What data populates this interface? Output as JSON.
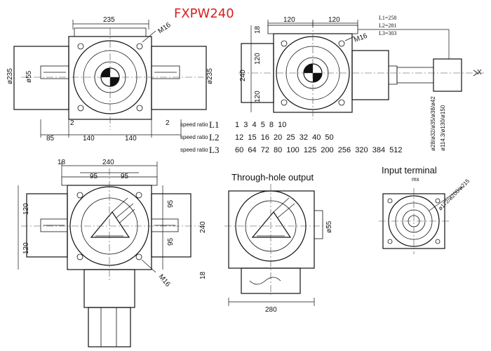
{
  "title": "FXPW240",
  "captions": {
    "through_hole": "Through-hole output",
    "input_terminal": "Input terminal",
    "input_sub": "mx"
  },
  "lengths": {
    "l1": "L1=258",
    "l2": "L2=281",
    "l3": "L3=303"
  },
  "speed_ratio_label": "speed ratio",
  "ratios": [
    {
      "key": "L1",
      "values": "1  3  4  5  8  10"
    },
    {
      "key": "L2",
      "values": "12  15  16  20  25  32  40  50"
    },
    {
      "key": "L3",
      "values": "60  64  72  80  100  125  200  256  320  384  512"
    }
  ],
  "dims": {
    "d235_top": "235",
    "m16": "M16",
    "phi55": "ø55",
    "phi235": "ø235",
    "d2": "2",
    "d85": "85",
    "d140": "140",
    "d120": "120",
    "d18": "18",
    "d240": "240",
    "d95": "95",
    "d280": "280",
    "shaft_dims": "ø28/ø32/ø35/ø38/ø42",
    "flange_dims": "ø114.3/ø130/ø150",
    "input_flange": "ø172/ø200/ø215",
    "x": "X"
  }
}
